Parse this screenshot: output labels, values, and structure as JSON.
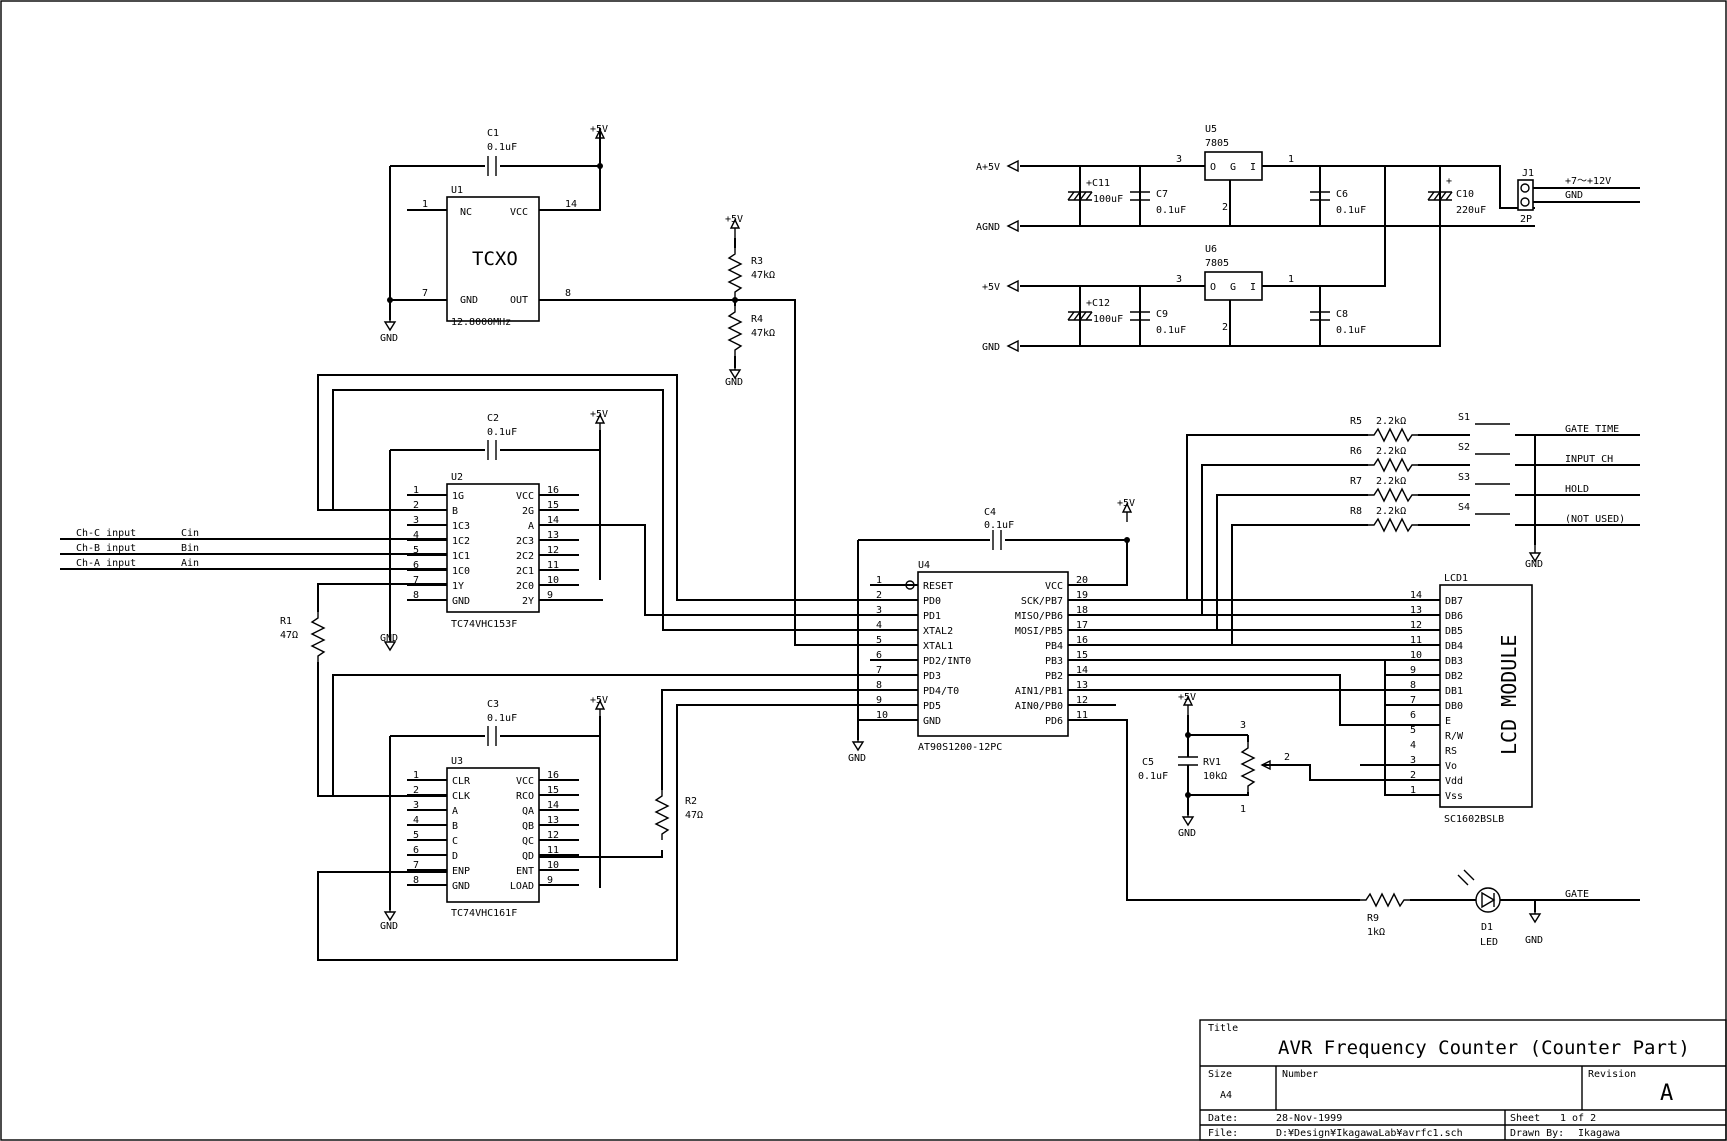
{
  "chart_data": null,
  "power": {
    "vcc": "+5V",
    "gnd": "GND",
    "agnd": "AGND",
    "avcc": "A+5V"
  },
  "ic": {
    "u1": {
      "ref": "U1",
      "name": "TCXO",
      "value": "12.8000MHz",
      "pins": {
        "nc": "NC",
        "vcc": "VCC",
        "gnd": "GND",
        "out": "OUT"
      },
      "pin_numbers": [
        "1",
        "14",
        "7",
        "8"
      ]
    },
    "u2": {
      "ref": "U2",
      "value": "TC74VHC153F",
      "left_pins": [
        "1G",
        "B",
        "1C3",
        "1C2",
        "1C1",
        "1C0",
        "1Y",
        "GND"
      ],
      "right_pins": [
        "VCC",
        "2G",
        "A",
        "2C3",
        "2C2",
        "2C1",
        "2C0",
        "2Y"
      ],
      "left_nums": [
        "1",
        "2",
        "3",
        "4",
        "5",
        "6",
        "7",
        "8"
      ],
      "right_nums": [
        "16",
        "15",
        "14",
        "13",
        "12",
        "11",
        "10",
        "9"
      ]
    },
    "u3": {
      "ref": "U3",
      "value": "TC74VHC161F",
      "left_pins": [
        "CLR",
        "CLK",
        "A",
        "B",
        "C",
        "D",
        "ENP",
        "GND"
      ],
      "right_pins": [
        "VCC",
        "RCO",
        "QA",
        "QB",
        "QC",
        "QD",
        "ENT",
        "LOAD"
      ],
      "left_nums": [
        "1",
        "2",
        "3",
        "4",
        "5",
        "6",
        "7",
        "8"
      ],
      "right_nums": [
        "16",
        "15",
        "14",
        "13",
        "12",
        "11",
        "10",
        "9"
      ]
    },
    "u4": {
      "ref": "U4",
      "value": "AT90S1200-12PC",
      "left_pins": [
        "RESET",
        "PD0",
        "PD1",
        "XTAL2",
        "XTAL1",
        "PD2/INT0",
        "PD3",
        "PD4/T0",
        "PD5",
        "GND"
      ],
      "right_pins": [
        "VCC",
        "SCK/PB7",
        "MISO/PB6",
        "MOSI/PB5",
        "PB4",
        "PB3",
        "PB2",
        "AIN1/PB1",
        "AIN0/PB0",
        "PD6"
      ],
      "left_nums": [
        "1",
        "2",
        "3",
        "4",
        "5",
        "6",
        "7",
        "8",
        "9",
        "10"
      ],
      "right_nums": [
        "20",
        "19",
        "18",
        "17",
        "16",
        "15",
        "14",
        "13",
        "12",
        "11"
      ]
    },
    "u5": {
      "ref": "U5",
      "value": "7805",
      "pins": [
        "O",
        "G",
        "I"
      ],
      "pin_numbers": [
        "3",
        "1",
        "2"
      ]
    },
    "u6": {
      "ref": "U6",
      "value": "7805",
      "pins": [
        "O",
        "G",
        "I"
      ],
      "pin_numbers": [
        "3",
        "1",
        "2"
      ]
    },
    "lcd": {
      "ref": "LCD1",
      "name": "LCD MODULE",
      "value": "SC1602BSLB",
      "pins": [
        "DB7",
        "DB6",
        "DB5",
        "DB4",
        "DB3",
        "DB2",
        "DB1",
        "DB0",
        "E",
        "R/W",
        "RS",
        "Vo",
        "Vdd",
        "Vss"
      ],
      "nums": [
        "14",
        "13",
        "12",
        "11",
        "10",
        "9",
        "8",
        "7",
        "6",
        "5",
        "4",
        "3",
        "2",
        "1"
      ]
    }
  },
  "components": {
    "c1": {
      "ref": "C1",
      "value": "0.1uF"
    },
    "c2": {
      "ref": "C2",
      "value": "0.1uF"
    },
    "c3": {
      "ref": "C3",
      "value": "0.1uF"
    },
    "c4": {
      "ref": "C4",
      "value": "0.1uF"
    },
    "c5": {
      "ref": "C5",
      "value": "0.1uF"
    },
    "c6": {
      "ref": "C6",
      "value": "0.1uF"
    },
    "c7": {
      "ref": "C7",
      "value": "0.1uF"
    },
    "c8": {
      "ref": "C8",
      "value": "0.1uF"
    },
    "c9": {
      "ref": "C9",
      "value": "0.1uF"
    },
    "c10": {
      "ref": "C10",
      "value": "220uF",
      "polarity": "+"
    },
    "c11": {
      "ref": "+C11",
      "value": "100uF"
    },
    "c12": {
      "ref": "+C12",
      "value": "100uF"
    },
    "r1": {
      "ref": "R1",
      "value": "47Ω"
    },
    "r2": {
      "ref": "R2",
      "value": "47Ω"
    },
    "r3": {
      "ref": "R3",
      "value": "47kΩ"
    },
    "r4": {
      "ref": "R4",
      "value": "47kΩ"
    },
    "r5": {
      "ref": "R5",
      "value": "2.2kΩ"
    },
    "r6": {
      "ref": "R6",
      "value": "2.2kΩ"
    },
    "r7": {
      "ref": "R7",
      "value": "2.2kΩ"
    },
    "r8": {
      "ref": "R8",
      "value": "2.2kΩ"
    },
    "r9": {
      "ref": "R9",
      "value": "1kΩ"
    },
    "rv1": {
      "ref": "RV1",
      "value": "10kΩ",
      "pins": [
        "3",
        "2",
        "1"
      ]
    },
    "d1": {
      "ref": "D1",
      "value": "LED"
    },
    "j1": {
      "ref": "J1",
      "value": "2P"
    },
    "s1": "S1",
    "s2": "S2",
    "s3": "S3",
    "s4": "S4"
  },
  "nets": {
    "cin": "Cin",
    "bin": "Bin",
    "ain": "Ain",
    "ch_c": "Ch-C input",
    "ch_b": "Ch-B input",
    "ch_a": "Ch-A input",
    "gate_time": "GATE TIME",
    "input_ch": "INPUT CH",
    "hold": "HOLD",
    "not_used": "(NOT USED)",
    "gate": "GATE",
    "supply": "+7～+12V",
    "supply_gnd": "GND"
  },
  "title_block": {
    "title_label": "Title",
    "title": "AVR Frequency Counter (Counter Part)",
    "size_label": "Size",
    "size": "A4",
    "number_label": "Number",
    "revision_label": "Revision",
    "revision": "A",
    "date_label": "Date:",
    "date": "28-Nov-1999",
    "sheet_label": "Sheet",
    "sheet": "1 of 2",
    "file_label": "File:",
    "file": "D:¥Design¥IkagawaLab¥avrfc1.sch",
    "drawn_label": "Drawn By:",
    "drawn_by": "Ikagawa"
  }
}
